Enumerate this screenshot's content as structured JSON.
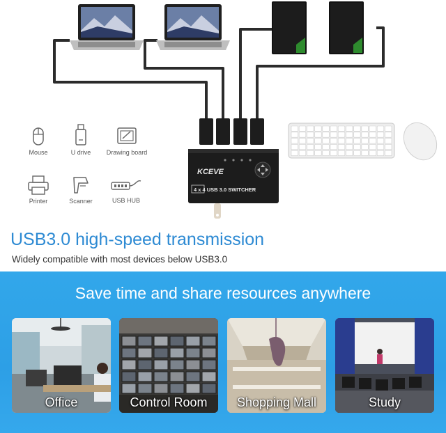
{
  "brand": "KCEVE",
  "product_label": "4 x 4  USB 3.0 SWITCHER",
  "devices": [
    {
      "label": "Mouse",
      "icon": "mouse-icon"
    },
    {
      "label": "U drive",
      "icon": "usb-drive-icon"
    },
    {
      "label": "Drawing board",
      "icon": "drawing-board-icon"
    },
    {
      "label": "Printer",
      "icon": "printer-icon"
    },
    {
      "label": "Scanner",
      "icon": "scanner-icon"
    },
    {
      "label": "USB HUB",
      "icon": "usb-hub-icon"
    }
  ],
  "headline": "USB3.0 high-speed transmission",
  "subline": "Widely compatible with most devices below USB3.0",
  "banner": "Save time and share resources anywhere",
  "scenes": [
    {
      "label": "Office"
    },
    {
      "label": "Control Room"
    },
    {
      "label": "Shopping Mall"
    },
    {
      "label": "Study"
    }
  ],
  "colors": {
    "accent_blue": "#2d8ad3",
    "banner_blue": "#2d9fe6",
    "switch_body": "#1c1c1c"
  }
}
